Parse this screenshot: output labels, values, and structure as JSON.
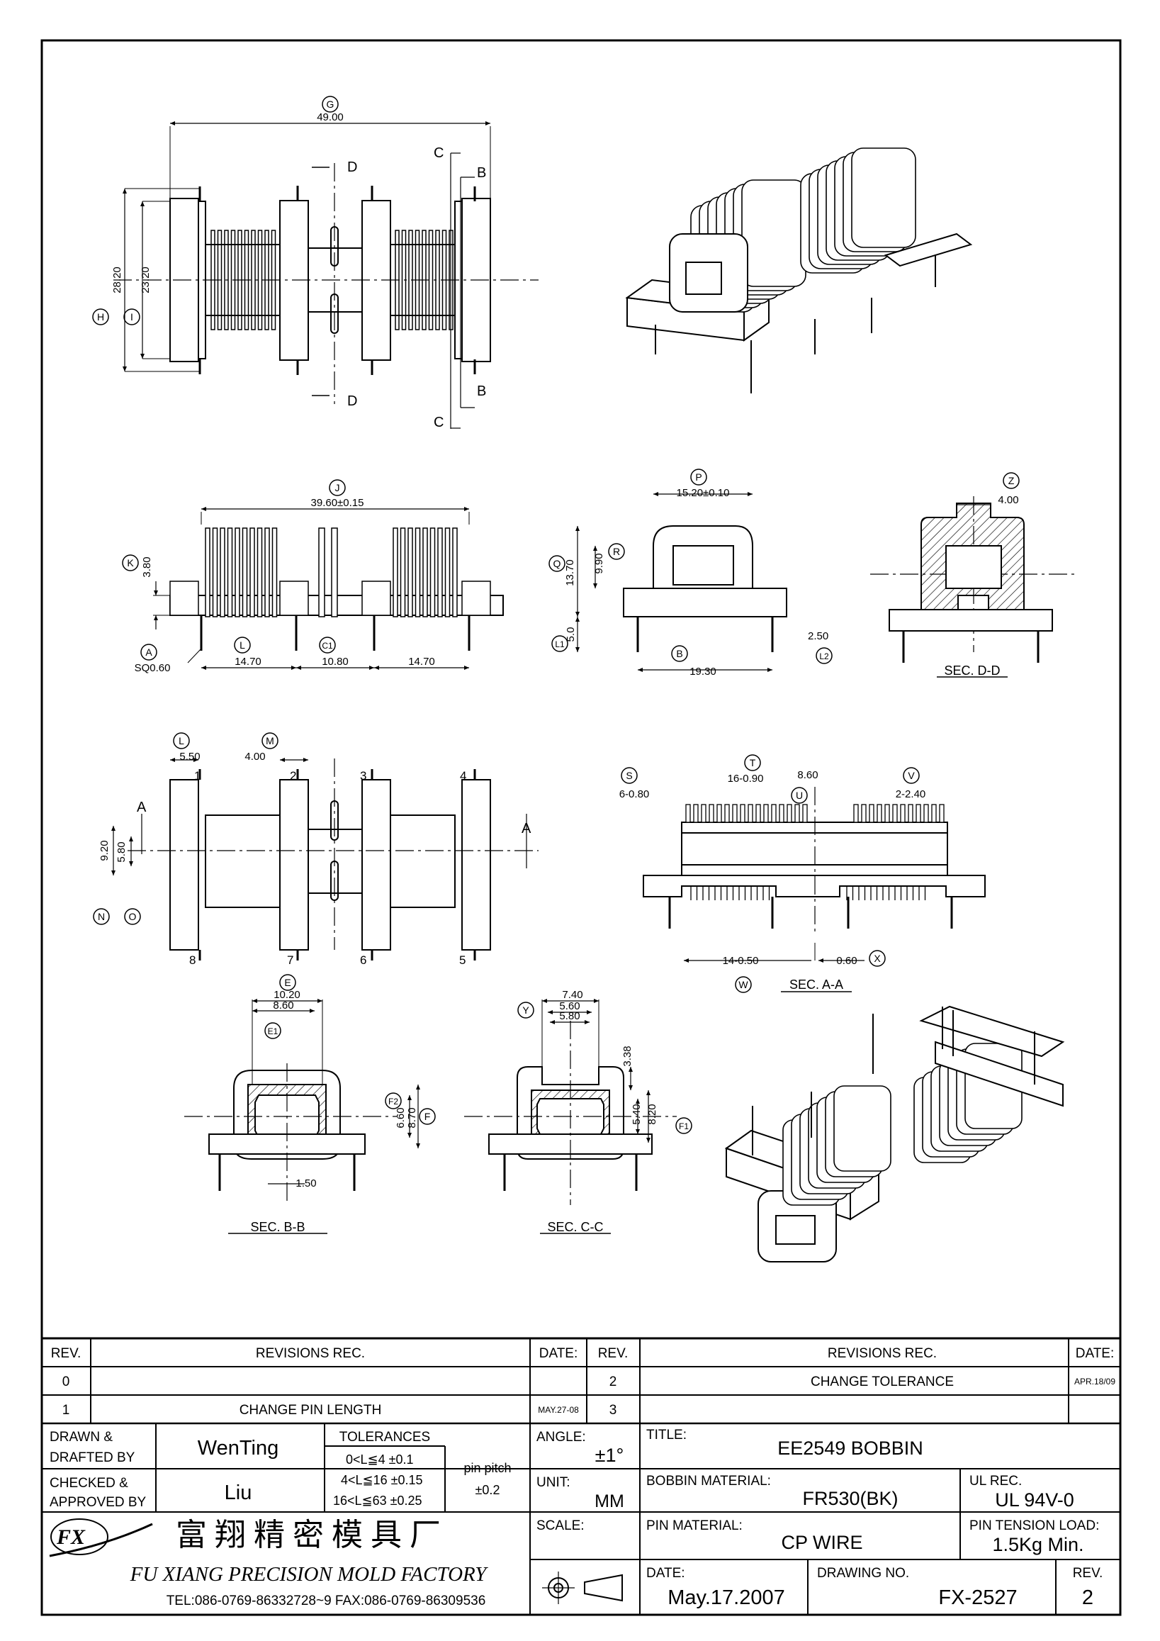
{
  "views": {
    "top": {
      "dim_G": {
        "letter": "G",
        "value": "49.00"
      },
      "dim_H": {
        "letter": "H",
        "value": "28.20"
      },
      "dim_I": {
        "letter": "I",
        "value": "23.20"
      },
      "cut_B": "B",
      "cut_C": "C",
      "cut_D": "D"
    },
    "side": {
      "dim_J": {
        "letter": "J",
        "value": "39.60±0.15"
      },
      "dim_K": {
        "letter": "K",
        "value": "3.80"
      },
      "pin_A": {
        "letter": "A",
        "value": "SQ0.60"
      },
      "dim_L_left": {
        "letter": "L",
        "value": "14.70"
      },
      "dim_C1": {
        "letter": "C1",
        "value": "10.80"
      },
      "dim_L_right": {
        "value": "14.70"
      }
    },
    "end": {
      "dim_P": {
        "letter": "P",
        "value": "15.20±0.10"
      },
      "dim_Q": {
        "letter": "Q",
        "value": "13.70"
      },
      "dim_R": {
        "letter": "R",
        "value": "9.90"
      },
      "dim_L1": {
        "letter": "L1",
        "value": "5.0"
      },
      "dim_B": {
        "letter": "B",
        "value": "19.30"
      },
      "dim_L2": {
        "letter": "L2",
        "value": "2.50"
      }
    },
    "sec_dd": {
      "dim_Z": {
        "letter": "Z",
        "value": "4.00"
      },
      "label": "SEC. D-D"
    },
    "bottom": {
      "dim_L": {
        "letter": "L",
        "value": "5.50"
      },
      "dim_M": {
        "letter": "M",
        "value": "4.00"
      },
      "dim_N": {
        "letter": "N",
        "value": "9.20"
      },
      "dim_O": {
        "letter": "O",
        "value": "5.80"
      },
      "cut_A": "A",
      "pins_top": [
        "1",
        "2",
        "3",
        "4"
      ],
      "pins_bottom": [
        "8",
        "7",
        "6",
        "5"
      ]
    },
    "sec_aa": {
      "dim_S": {
        "letter": "S",
        "value": "6-0.80"
      },
      "dim_T": {
        "letter": "T",
        "value": "16-0.90"
      },
      "dim_U": {
        "letter": "U",
        "value": "8.60"
      },
      "dim_V": {
        "letter": "V",
        "value": "2-2.40"
      },
      "dim_W": {
        "letter": "W",
        "value": "14-0.50"
      },
      "dim_X": {
        "letter": "X",
        "value": "0.60"
      },
      "label": "SEC. A-A"
    },
    "sec_bb": {
      "dim_E": {
        "letter": "E",
        "value": "10.20"
      },
      "dim_E1": {
        "letter": "E1",
        "value": "8.60"
      },
      "dim_F2": {
        "letter": "F2",
        "value": "6.60"
      },
      "dim_F": {
        "letter": "F",
        "value": "8.70"
      },
      "dim_base": {
        "value": "1.50"
      },
      "label": "SEC. B-B"
    },
    "sec_cc": {
      "dim_Y": {
        "letter": "Y",
        "value": "7.40"
      },
      "dim_560": {
        "value": "5.60"
      },
      "dim_580": {
        "value": "5.80"
      },
      "dim_338": {
        "value": "3.38"
      },
      "dim_540": {
        "value": "5.40"
      },
      "dim_F1": {
        "letter": "F1",
        "value": "8.20"
      },
      "label": "SEC. C-C"
    }
  },
  "title_block": {
    "rev_header": "REV.",
    "revisions_header": "REVISIONS   REC.",
    "date_header": "DATE:",
    "rev_header_2": "REV.",
    "revisions_header_2": "REVISIONS   REC.",
    "date_header_2": "DATE:",
    "rows": [
      {
        "rev": "0",
        "rec": "",
        "date": "",
        "rev2": "2",
        "rec2": "CHANGE TOLERANCE",
        "date2": "APR.18/09"
      },
      {
        "rev": "1",
        "rec": "CHANGE PIN LENGTH",
        "date": "MAY.27-08",
        "rev2": "3",
        "rec2": "",
        "date2": ""
      }
    ],
    "drawn_label": "DRAWN &\nDRAFTED BY",
    "drawn_value": "WenTing",
    "checked_label": "CHECKED &\nAPPROVED BY",
    "checked_value": "Liu",
    "tolerances_label": "TOLERANCES",
    "tol_lines": [
      "0<L≦4   ±0.1",
      "4<L≦16  ±0.15",
      "16<L≦63 ±0.25"
    ],
    "pin_pitch_label": "pin pitch",
    "pin_pitch_value": "±0.2",
    "angle_label": "ANGLE:",
    "angle_value": "±1°",
    "unit_label": "UNIT:",
    "unit_value": "MM",
    "scale_label": "SCALE:",
    "title_label": "TITLE:",
    "title_value": "EE2549 BOBBIN",
    "bobbin_material_label": "BOBBIN MATERIAL:",
    "bobbin_material_value": "FR530(BK)",
    "ul_label": "UL REC.",
    "ul_value": "UL 94V-0",
    "pin_material_label": "PIN MATERIAL:",
    "pin_material_value": "CP WIRE",
    "pin_tension_label": "PIN TENSION LOAD:",
    "pin_tension_value": "1.5Kg Min.",
    "date_label": "DATE:",
    "date_value": "May.17.2007",
    "drawing_no_label": "DRAWING NO.",
    "drawing_no_value": "FX-2527",
    "rev_label": "REV.",
    "rev_value": "2",
    "company_cn": "富 翔 精 密 模 具 厂",
    "company_en": "FU XIANG PRECISION MOLD FACTORY",
    "company_contact": "TEL:086-0769-86332728~9  FAX:086-0769-86309536",
    "logo_text": "FX"
  }
}
